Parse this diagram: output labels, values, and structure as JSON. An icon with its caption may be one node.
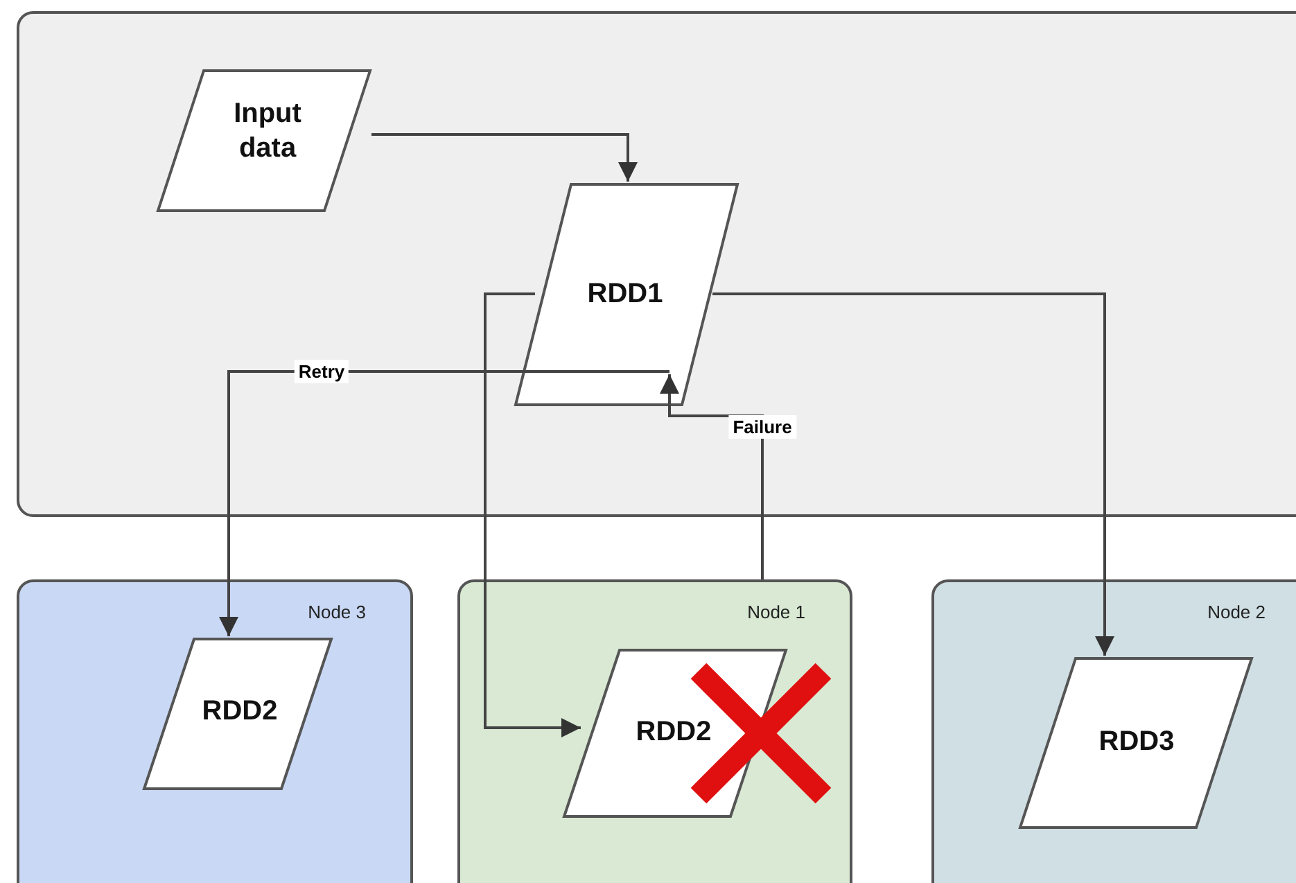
{
  "diagram": {
    "nodes": [
      {
        "text": [],
        "shape": "box"
      },
      {
        "text": [
          "Input data"
        ],
        "in": 0
      },
      {
        "text": [
          "RDD1"
        ],
        "in": 0
      },
      {
        "text": [
          "Node 3"
        ]
      },
      {
        "text": [
          "RDD2"
        ],
        "in": 3
      },
      {
        "text": [
          "Node 1"
        ]
      },
      {
        "text": [
          "RDD2"
        ],
        "in": 5
      },
      {
        "text": [
          "Node 2"
        ]
      },
      {
        "text": [
          "RDD3"
        ],
        "in": 7
      }
    ],
    "edges": [
      {
        "from": 1,
        "to": 2,
        "arrow": "to"
      },
      {
        "from": 2,
        "to": 6,
        "arrow": "to"
      },
      {
        "from": 2,
        "to": 8,
        "arrow": "to"
      },
      {
        "from": 5,
        "to": 2,
        "arrow": "to",
        "label": "Failure"
      },
      {
        "from": 2,
        "to": 4,
        "arrow": "to",
        "label": "Retry"
      }
    ]
  }
}
